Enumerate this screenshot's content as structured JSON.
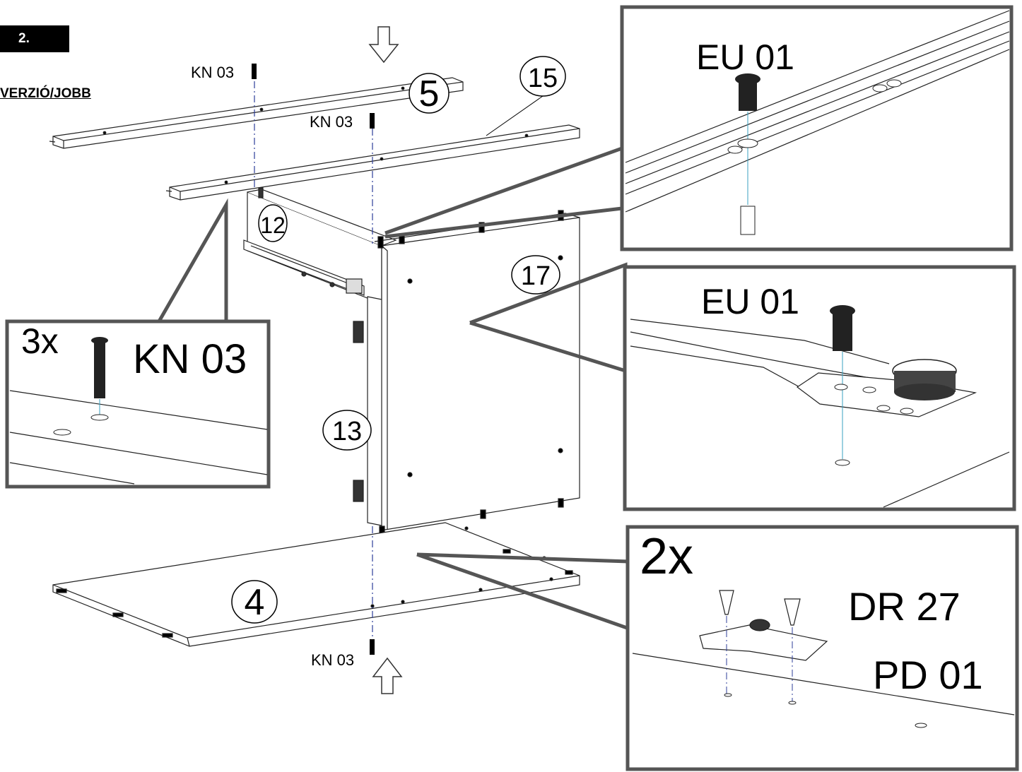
{
  "step": "2.",
  "version": "VERZIÓ/JOBB",
  "labels": {
    "kn03_top_left": "KN 03",
    "kn03_top_mid": "KN 03",
    "kn03_bottom": "KN 03"
  },
  "parts": {
    "p5": "5",
    "p15": "15",
    "p12": "12",
    "p17": "17",
    "p13": "13",
    "p4": "4"
  },
  "details": {
    "d1": {
      "qty": "",
      "code": "EU 01"
    },
    "d2": {
      "qty": "",
      "code": "EU 01"
    },
    "d3": {
      "qty": "2x",
      "code": "DR 27",
      "code2": "PD 01"
    },
    "d4": {
      "qty": "3x",
      "code": "KN 03"
    }
  }
}
